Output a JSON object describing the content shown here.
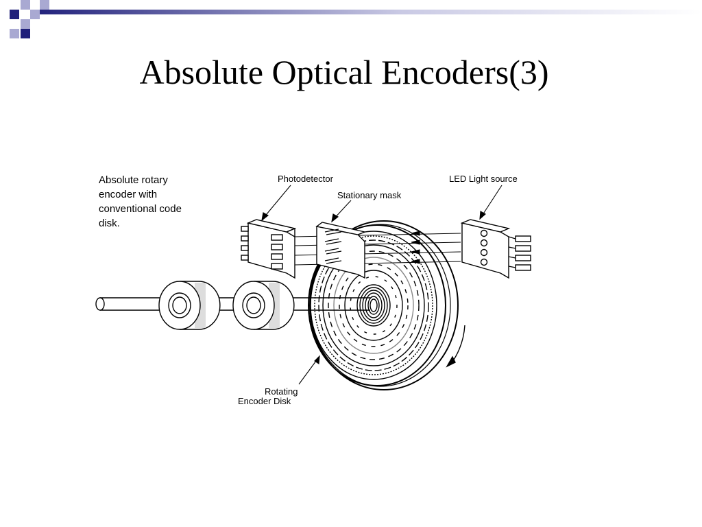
{
  "slide": {
    "title": "Absolute Optical Encoders(3)"
  },
  "diagram": {
    "caption": "Absolute rotary\nencoder with\nconventional code\ndisk.",
    "labels": {
      "photodetector": "Photodetector",
      "stationary_mask": "Stationary mask",
      "led_light_source": "LED Light source",
      "rotating_disk_line1": "Rotating",
      "rotating_disk_line2": "Encoder Disk"
    }
  },
  "colors": {
    "deco_navy": "#1f1f7a",
    "deco_light": "#a9a9d2",
    "deco_gradient_end": "#ffffff"
  }
}
